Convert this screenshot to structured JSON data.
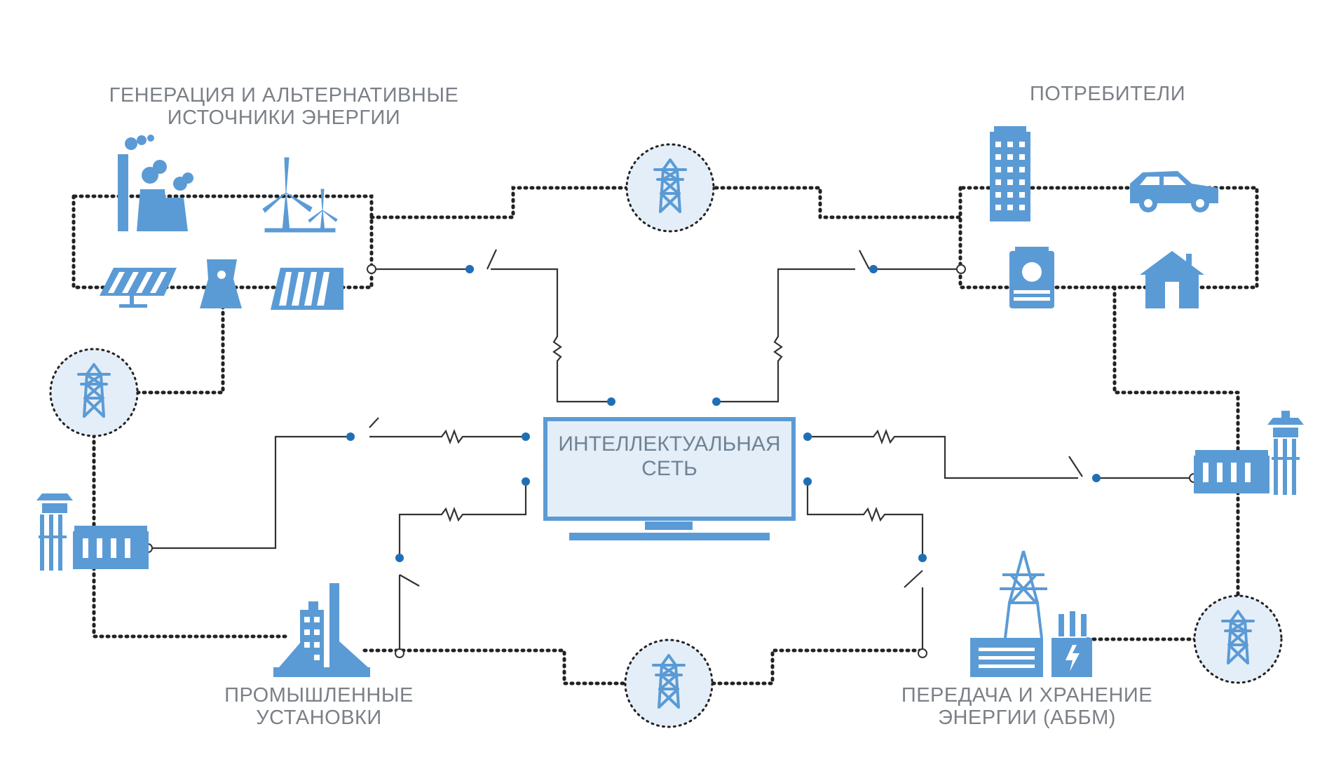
{
  "labels": {
    "generation": [
      "ГЕНЕРАЦИЯ И АЛЬТЕРНАТИВНЫЕ",
      "ИСТОЧНИКИ ЭНЕРГИИ"
    ],
    "consumers": "ПОТРЕБИТЕЛИ",
    "industrial": [
      "ПРОМЫШЛЕННЫЕ",
      "УСТАНОВКИ"
    ],
    "transmission": [
      "ПЕРЕДАЧА И ХРАНЕНИЕ",
      "ЭНЕРГИИ (АББМ)"
    ]
  },
  "center": {
    "line1": "ИНТЕЛЛЕКТУАЛЬНАЯ",
    "line2": "СЕТЬ"
  },
  "colors": {
    "icon": "#5b9bd5",
    "circle_fill": "#e4eef8",
    "wire": "#333333",
    "node": "#1f6fb5",
    "text": "#7b8087"
  }
}
